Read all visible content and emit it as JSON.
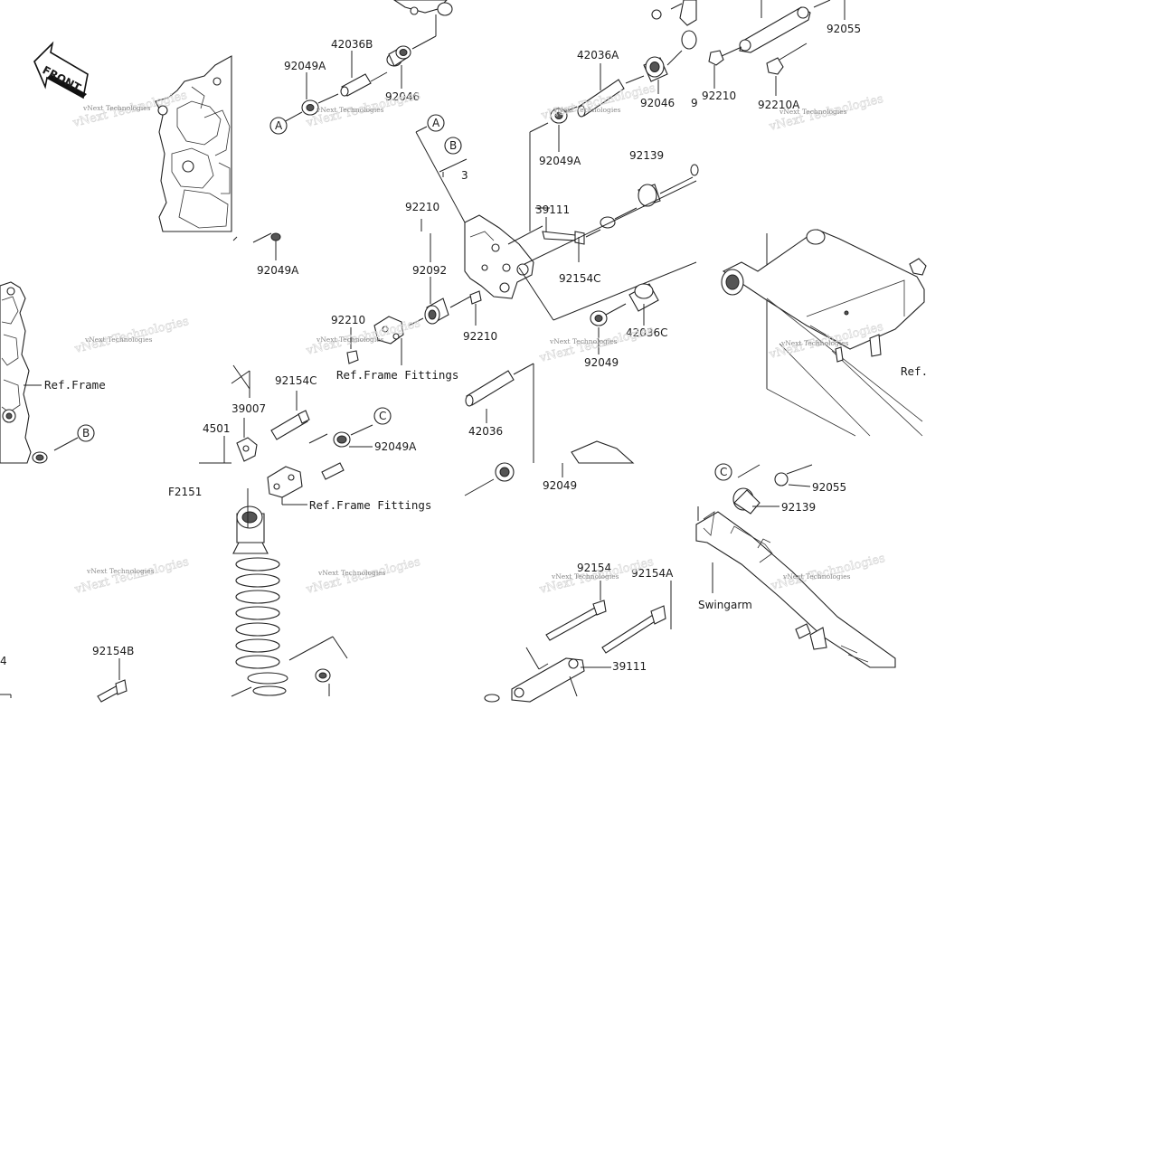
{
  "diagram": {
    "front_badge": "FRONT",
    "watermark": "vNext Technologies",
    "circle_refs": {
      "a": "A",
      "b": "B",
      "c": "C"
    },
    "labels": {
      "p42036B": "42036B",
      "p92049A_1": "92049A",
      "p92046_1": "92046",
      "p42036A": "42036A",
      "p92046_2": "92046",
      "p9_partial": "9",
      "p92055_1": "92055",
      "p92210_1": "92210",
      "p92210A": "92210A",
      "p92049A_2": "92049A",
      "p92139_1": "92139",
      "p39111_1": "39111",
      "p92154C_1": "92154C",
      "p3_partial": "3",
      "p92210_2": "92210",
      "p92092": "92092",
      "p92049A_3": "92049A",
      "p92210_3": "92210",
      "p92210_4": "92210",
      "p92049_1": "92049",
      "p42036C": "42036C",
      "ref_frame": "Ref.Frame",
      "ref_frame_fittings_1": "Ref.Frame Fittings",
      "p92154C_2": "92154C",
      "p39007": "39007",
      "p4501": "4501",
      "p92049A_4": "92049A",
      "p42036": "42036",
      "ref_partial": "Ref.",
      "p92049_2": "92049",
      "f2151": "F2151",
      "ref_frame_fittings_2": "Ref.Frame Fittings",
      "p92055_2": "92055",
      "p92139_2": "92139",
      "p92154": "92154",
      "p92154A": "92154A",
      "swingarm": "Swingarm",
      "p39111_2": "39111",
      "p92154B": "92154B",
      "p4_partial": "4"
    }
  }
}
